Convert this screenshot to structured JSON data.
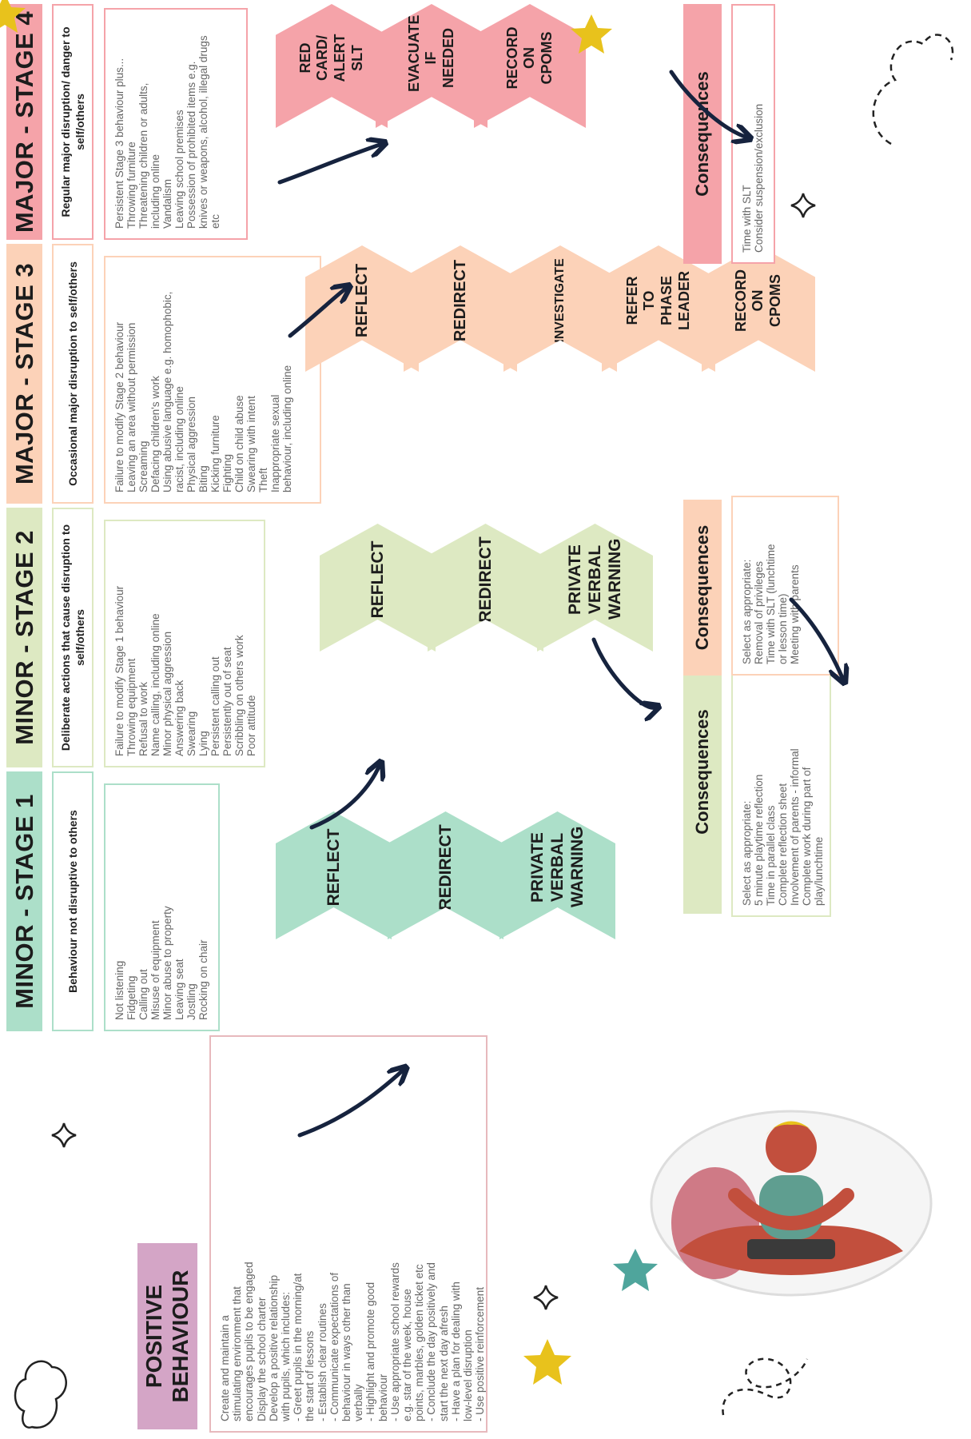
{
  "colors": {
    "stage1": "#acdfc9",
    "stage2": "#dde9c2",
    "stage3": "#fcd2b8",
    "stage4": "#f5a3a9",
    "positive": "#d4a5c6",
    "arrow": "#16233e",
    "star_yellow": "#e8c21c",
    "star_teal": "#4fa59c"
  },
  "stages": [
    {
      "title": "MINOR - STAGE 1",
      "description": "Behaviour not disruptive to others",
      "behaviours": [
        "Not listening",
        "Fidgeting",
        "Calling out",
        "Misuse of equipment",
        "Minor abuse to property",
        "Leaving seat",
        "Jostling",
        "Rocking on chair"
      ],
      "steps": [
        "REFLECT",
        "REDIRECT",
        "PRIVATE VERBAL WARNING"
      ]
    },
    {
      "title": "MINOR - STAGE 2",
      "description": "Deliberate actions that cause disruption to self/others",
      "behaviours": [
        "Failure to modify Stage 1 behaviour",
        "Throwing equipment",
        "Refusal to work",
        "Name calling, including online",
        "Minor physical aggression",
        "Answering back",
        "Swearing",
        "Lying",
        "Persistent calling out",
        "Persistently out of seat",
        "Scribbling on others work",
        "Poor attitude"
      ],
      "steps": [
        "REFLECT",
        "REDIRECT",
        "PRIVATE VERBAL WARNING"
      ]
    },
    {
      "title": "MAJOR - STAGE 3",
      "description": "Occasional major disruption to self/others",
      "behaviours": [
        "Failure to modify Stage 2 behaviour",
        "Leaving an area without permission",
        "Screaming",
        "Defacing children's work",
        "Using abusive language e.g. homophobic,",
        "racist, including online",
        "Physical aggression",
        "Biting",
        "Kicking furniture",
        "Fighting",
        "Child on child abuse",
        "Swearing with intent",
        "Theft",
        "Inappropriate sexual",
        "behaviour, including online"
      ],
      "steps": [
        "REFLECT",
        "REDIRECT",
        "INVESTIGATE",
        "REFER TO PHASE LEADER",
        "RECORD ON CPOMS"
      ]
    },
    {
      "title": "MAJOR - STAGE 4",
      "description": "Regular major disruption/ danger to self/others",
      "behaviours": [
        "Persistent Stage 3 behaviour plus...",
        "Throwing furniture",
        "Threatening children or adults,",
        "including online",
        "Vandalism",
        "Leaving school premises",
        "Possession of prohibited items e.g.",
        "knives or weapons, alcohol, illegal drugs",
        "etc"
      ],
      "steps": [
        "RED CARD/ ALERT SLT",
        "EVACUATE IF NEEDED",
        "RECORD ON CPOMS"
      ]
    }
  ],
  "consequences": [
    {
      "title": "Consequences",
      "items": [
        "Select as appropriate:",
        "5 minute playtime reflection",
        "Time in parallel class",
        "Complete reflection sheet",
        "Involvement of parents - informal",
        "Complete work during part of",
        "play/lunchtime"
      ]
    },
    {
      "title": "Consequences",
      "items": [
        "Select as appropriate:",
        "Removal of privileges",
        "Time with SLT (lunchtime",
        "or lesson time)",
        "Meeting with parents"
      ]
    },
    {
      "title": "Consequences",
      "items": [
        "Time with SLT",
        "Consider suspension/exclusion"
      ]
    }
  ],
  "positive": {
    "title_line1": "POSITIVE",
    "title_line2": "BEHAVIOUR",
    "items": [
      "Create and maintain a",
      "stimulating environment that",
      "encourages pupils to be engaged",
      "Display the school charter",
      "Develop a positive relationship",
      "with pupils, which includes:",
      "- Greet pupils in the morning/at",
      "the start of lessons",
      "- Establish clear routines",
      "- Communicate expectations of",
      "behaviour in ways other than",
      "verbally",
      "- Highlight and promote good",
      "behaviour",
      "- Use appropriate school rewards",
      "e.g. star of the week, house",
      "points, marbles, golden ticket etc",
      "- Conclude the day positively and",
      "start the next day afresh",
      "- Have a plan for dealing with",
      "low-level disruption",
      "- Use positive reinforcement"
    ]
  }
}
